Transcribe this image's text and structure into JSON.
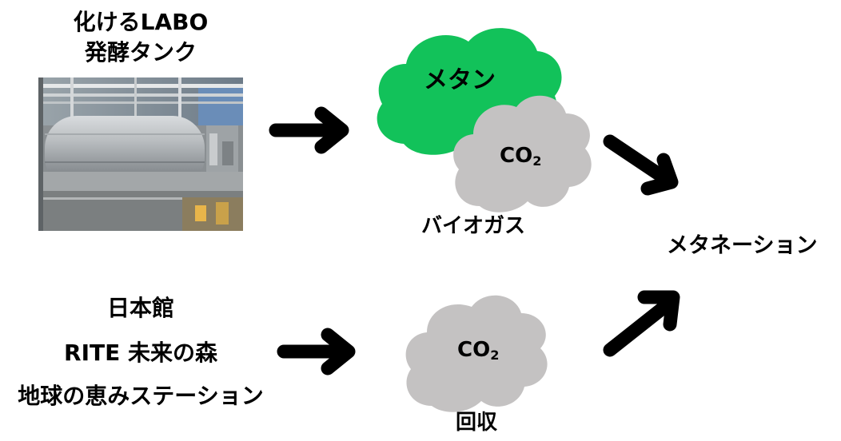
{
  "top_source": {
    "title_line1": "化けるLABO",
    "title_line2": "発酵タンク"
  },
  "bottom_source": {
    "line1": "日本館",
    "line2": "RITE  未来の森",
    "line3": "地球の恵みステーション"
  },
  "biogas": {
    "methane_label": "メタン",
    "co2_main": "CO",
    "co2_sub": "2",
    "caption": "バイオガス"
  },
  "recovered": {
    "co2_main": "CO",
    "co2_sub": "2",
    "caption": "回収"
  },
  "result": {
    "label": "メタネーション"
  },
  "colors": {
    "methane_cloud": "#12c25a",
    "co2_cloud": "#c4c2c2",
    "arrow": "#000000"
  }
}
